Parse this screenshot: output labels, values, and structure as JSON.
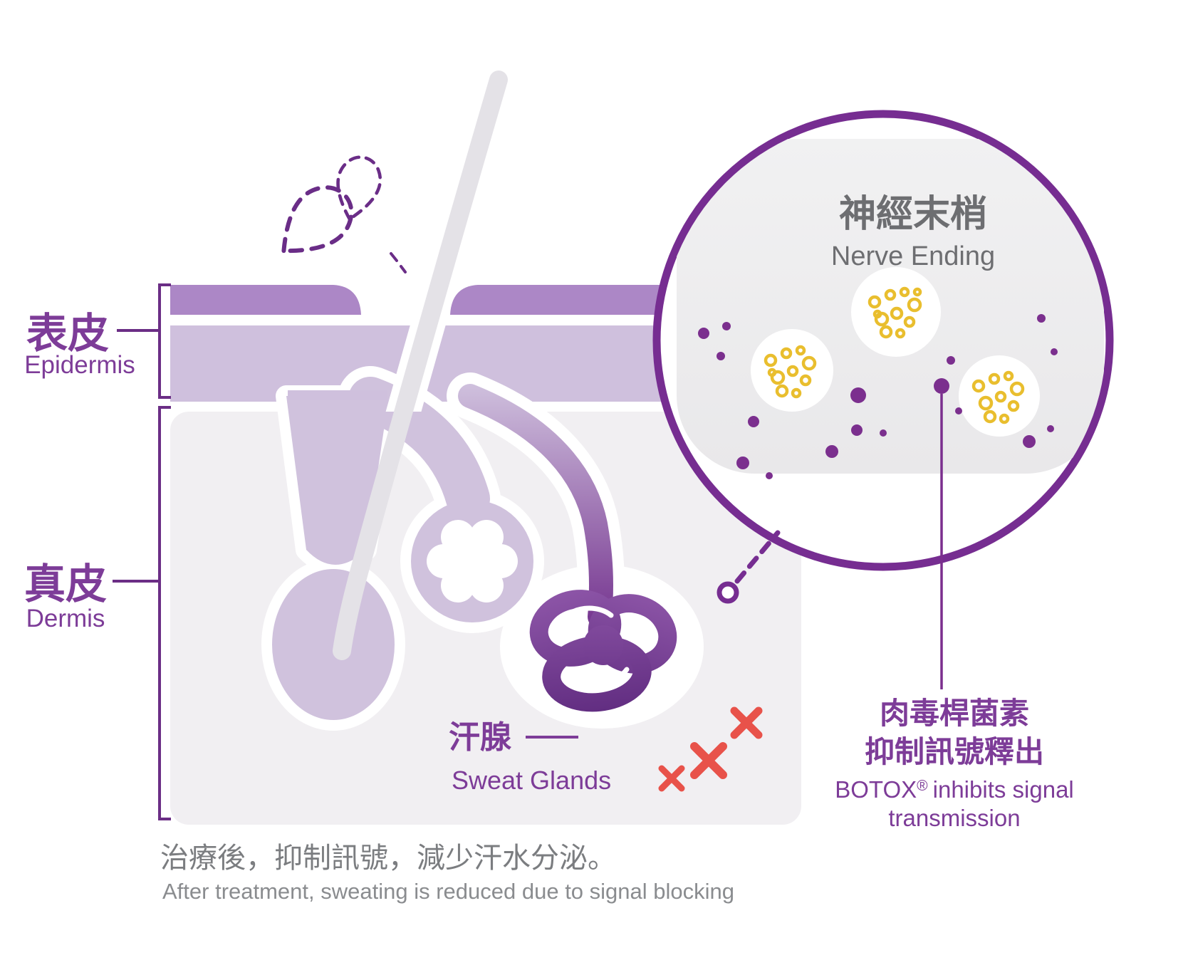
{
  "figure": {
    "skin_labels": {
      "epidermis_zh": "表皮",
      "epidermis_en": "Epidermis",
      "dermis_zh": "真皮",
      "dermis_en": "Dermis",
      "sweat_gland_zh": "汗腺",
      "sweat_gland_en": "Sweat Glands"
    },
    "inset": {
      "title_zh": "神經末梢",
      "title_en": "Nerve Ending"
    },
    "botox_label": {
      "zh_line1": "肉毒桿菌素",
      "zh_line2": "抑制訊號釋出",
      "en_brand": "BOTOX",
      "en_reg": "®",
      "en_rest": "inhibits signal",
      "en_line2": "transmission"
    },
    "caption": {
      "zh": "治療後，抑制訊號，減少汗水分泌。",
      "en": "After treatment, sweating is reduced due to signal blocking"
    },
    "icons": {
      "sweat_droplets": "dashed-sweat-droplet-icon",
      "blocked_signal": "red-x-icon",
      "nerve_zoom": "magnified-circle",
      "connector": "dashed-connector-line"
    },
    "colors": {
      "purple_line": "#762d91",
      "purple_label": "#7d3c98",
      "band_dark": "#ac87c6",
      "band_light": "#cfc0dd",
      "follicle": "#d0c2dd",
      "dermis_bg": "#f1eff2",
      "inset_gray": "#ededef",
      "yellow_vesicle": "#e9be2e",
      "red_x": "#e8524a",
      "gray_title": "#6d6e71",
      "gray_caption": "#7b7d80"
    }
  }
}
